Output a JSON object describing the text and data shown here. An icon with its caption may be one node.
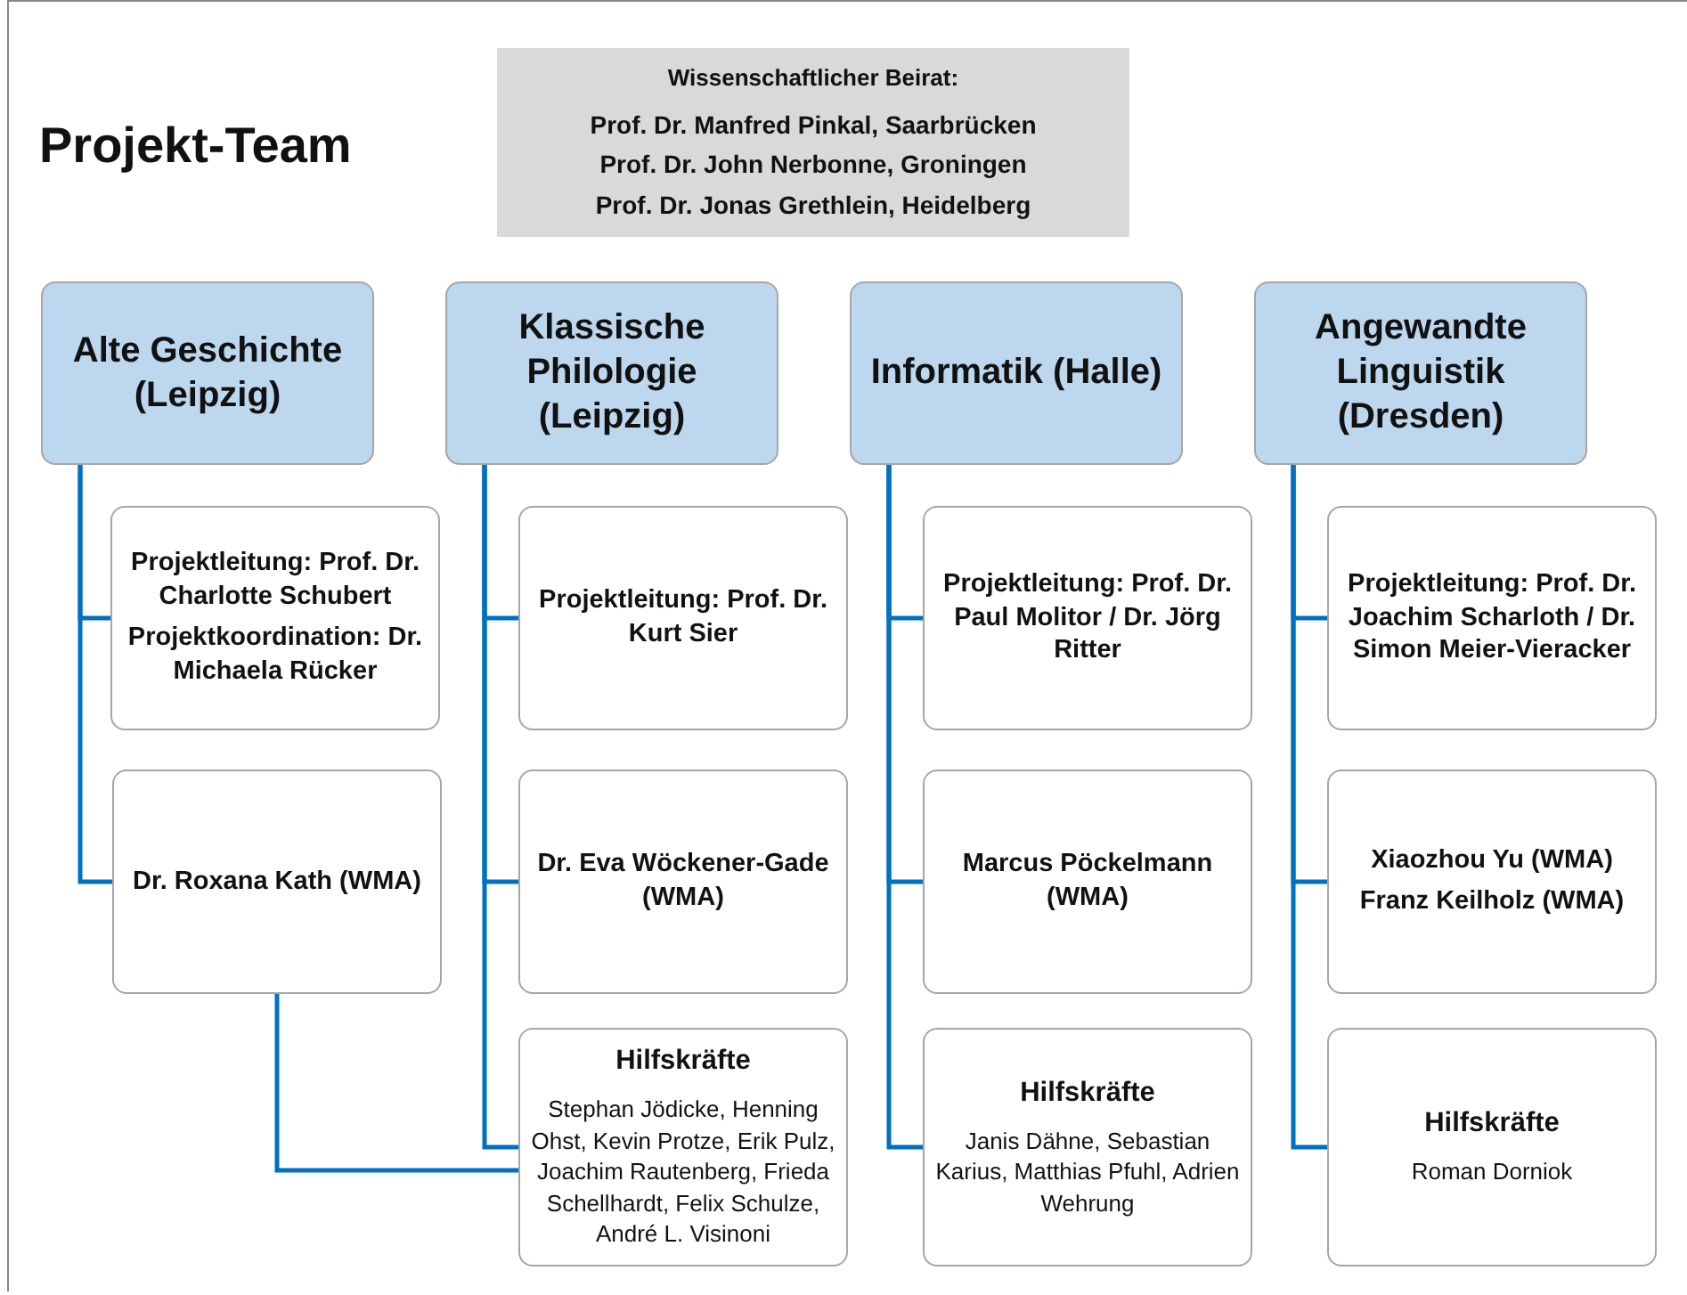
{
  "diagram": {
    "title": "Projekt-Team",
    "nodes": [
      {
        "text": [
          "Wissenschaftlicher Beirat:",
          "Prof. Dr. Manfred Pinkal, Saarbrücken",
          "Prof. Dr. John Nerbonne, Groningen",
          "Prof. Dr. Jonas Grethlein, Heidelberg"
        ]
      },
      {
        "text": [
          "Alte Geschichte (Leipzig)"
        ]
      },
      {
        "text": [
          "Projektleitung: Prof. Dr. Charlotte Schubert",
          "Projektkoordination: Dr. Michaela Rücker"
        ]
      },
      {
        "text": [
          "Dr. Roxana Kath (WMA)"
        ]
      },
      {
        "text": [
          "Klassische Philologie (Leipzig)"
        ]
      },
      {
        "text": [
          "Projektleitung: Prof. Dr. Kurt Sier"
        ]
      },
      {
        "text": [
          "Dr. Eva Wöckener-Gade (WMA)"
        ]
      },
      {
        "text": [
          "Hilfskräfte",
          "Stephan Jödicke, Henning Ohst, Kevin Protze, Erik Pulz, Joachim Rautenberg, Frieda Schellhardt, Felix Schulze, André L. Visinoni"
        ]
      },
      {
        "text": [
          "Informatik (Halle)"
        ]
      },
      {
        "text": [
          "Projektleitung: Prof. Dr. Paul Molitor / Dr. Jörg Ritter"
        ]
      },
      {
        "text": [
          "Marcus Pöckelmann (WMA)"
        ]
      },
      {
        "text": [
          "Hilfskräfte",
          "Janis Dähne, Sebastian Karius, Matthias Pfuhl, Adrien Wehrung"
        ]
      },
      {
        "text": [
          "Angewandte Linguistik (Dresden)"
        ]
      },
      {
        "text": [
          "Projektleitung: Prof. Dr. Joachim Scharloth / Dr. Simon Meier-Vieracker"
        ]
      },
      {
        "text": [
          "Xiaozhou Yu (WMA)",
          "Franz Keilholz (WMA)"
        ]
      },
      {
        "text": [
          "Hilfskräfte",
          "Roman Dorniok"
        ]
      }
    ],
    "edges": [
      {
        "from": 1,
        "to": 2,
        "arrow": "none"
      },
      {
        "from": 1,
        "to": 3,
        "arrow": "none"
      },
      {
        "from": 4,
        "to": 5,
        "arrow": "none"
      },
      {
        "from": 4,
        "to": 6,
        "arrow": "none"
      },
      {
        "from": 4,
        "to": 7,
        "arrow": "none"
      },
      {
        "from": 3,
        "to": 7,
        "arrow": "none"
      },
      {
        "from": 8,
        "to": 9,
        "arrow": "none"
      },
      {
        "from": 8,
        "to": 10,
        "arrow": "none"
      },
      {
        "from": 8,
        "to": 11,
        "arrow": "none"
      },
      {
        "from": 12,
        "to": 13,
        "arrow": "none"
      },
      {
        "from": 12,
        "to": 14,
        "arrow": "none"
      },
      {
        "from": 12,
        "to": 15,
        "arrow": "none"
      }
    ]
  }
}
